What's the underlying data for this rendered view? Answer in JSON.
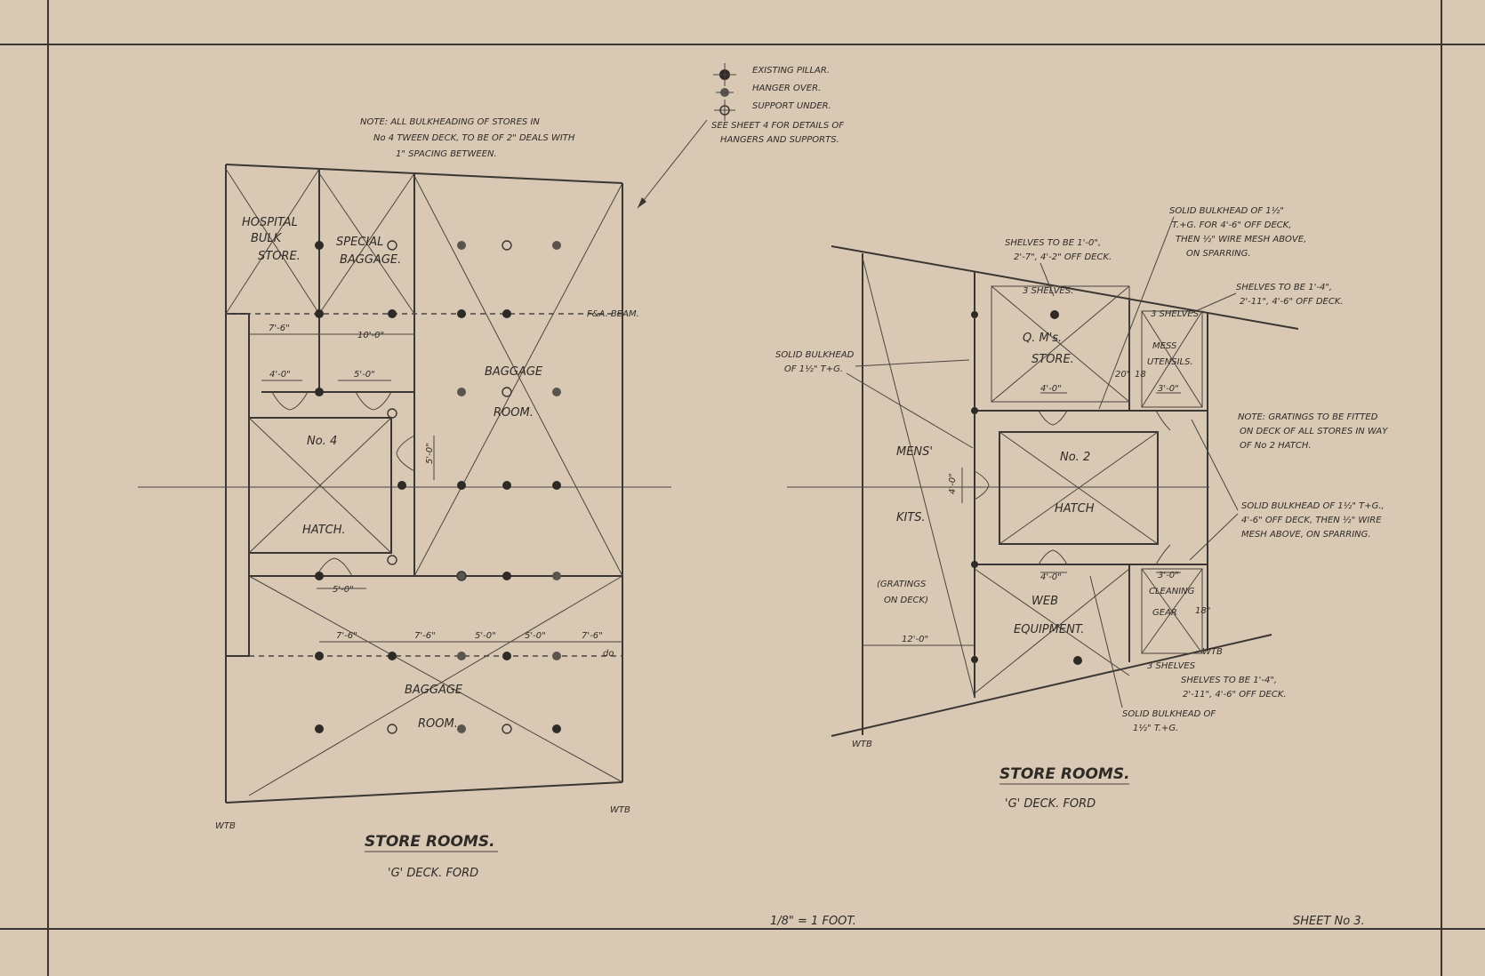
{
  "legend": {
    "existing_pillar": "EXISTING PILLAR.",
    "hanger_over": "HANGER OVER.",
    "support_under": "SUPPORT UNDER.",
    "see_sheet_1": "SEE SHEET 4 FOR DETAILS OF",
    "see_sheet_2": "HANGERS AND SUPPORTS."
  },
  "left_plan": {
    "note_1": "NOTE:  ALL BULKHEADING OF STORES IN",
    "note_2": "No 4 TWEEN DECK, TO BE OF 2\" DEALS WITH",
    "note_3": "1\" SPACING BETWEEN.",
    "hospital_1": "HOSPITAL",
    "hospital_2": "BULK",
    "hospital_3": "STORE.",
    "special_1": "SPECIAL",
    "special_2": "BAGGAGE.",
    "baggage_room_1": "BAGGAGE",
    "baggage_room_2": "ROOM.",
    "baggage_lower_1": "BAGGAGE",
    "baggage_lower_2": "ROOM.",
    "hatch_no": "No. 4",
    "hatch_label": "HATCH.",
    "beam": "F&A. BEAM.",
    "ditto": "do",
    "dim_7_6a": "7'-6\"",
    "dim_10_0": "10'-0\"",
    "dim_4_0": "4'-0\"",
    "dim_5_0a": "5'-0\"",
    "dim_5_0v": "5'-0\"",
    "dim_5_0b": "5'-0\"",
    "dims_row": [
      "7'-6\"",
      "7'-6\"",
      "5'-0\"",
      "5'-0\"",
      "7'-6\""
    ],
    "wtb_left": "WTB",
    "wtb_right": "WTB",
    "title": "STORE ROOMS.",
    "subtitle": "'G' DECK.  FORD"
  },
  "right_plan": {
    "shelves_a_1": "SHELVES TO BE 1'-0\",",
    "shelves_a_2": "2'-7\", 4'-2\" OFF DECK.",
    "solid_top_1": "SOLID BULKHEAD OF 1½\"",
    "solid_top_2": "T.+G. FOR 4'-6\" OFF DECK,",
    "solid_top_3": "THEN ½\" WIRE MESH ABOVE,",
    "solid_top_4": "ON SPARRING.",
    "shelves_b_1": "SHELVES TO BE 1'-4\",",
    "shelves_b_2": "2'-11\", 4'-6\" OFF DECK.",
    "three_shelves_a": "3 SHELVES.",
    "three_shelves_b": "3 SHELVES",
    "three_shelves_c": "3 SHELVES",
    "solid_left_1": "SOLID BULKHEAD",
    "solid_left_2": "OF 1½\" T+G.",
    "qm_1": "Q. M's.",
    "qm_2": "STORE.",
    "mess_1": "MESS",
    "mess_2": "UTENSILS.",
    "n20": "20\"",
    "n18": "18",
    "n18b": "18\"",
    "note_1": "NOTE:  GRATINGS TO BE FITTED",
    "note_2": "ON DECK OF ALL STORES IN WAY",
    "note_3": "OF No 2 HATCH.",
    "mens_1": "MENS'",
    "mens_2": "KITS.",
    "gratings_1": "(GRATINGS",
    "gratings_2": "ON DECK)",
    "hatch_no": "No. 2",
    "hatch_label": "HATCH",
    "solid_right_1": "SOLID BULKHEAD OF 1½\" T+G.,",
    "solid_right_2": "4'-6\" OFF DECK, THEN ½\" WIRE",
    "solid_right_3": "MESH ABOVE, ON SPARRING.",
    "web_1": "WEB",
    "web_2": "EQUIPMENT.",
    "cleaning_1": "CLEANING",
    "cleaning_2": "GEAR",
    "dim_4_0a": "4'-0\"",
    "dim_3_0a": "3'-0\"",
    "dim_4_0v": "4'-0\"",
    "dim_4_0b": "4'-0\"",
    "dim_3_0b": "3'-0\"",
    "dim_12_0": "12'-0\"",
    "wtb_right": "WTB",
    "wtb_left": "WTB",
    "shelves_c_1": "SHELVES TO BE 1'-4\",",
    "shelves_c_2": "2'-11\", 4'-6\" OFF DECK.",
    "solid_bottom_1": "SOLID BULKHEAD OF",
    "solid_bottom_2": "1½\" T.+G.",
    "title": "STORE ROOMS.",
    "subtitle": "'G' DECK.  FORD"
  },
  "footer": {
    "scale": "1/8\" = 1 FOOT.",
    "sheet": "SHEET No 3."
  }
}
